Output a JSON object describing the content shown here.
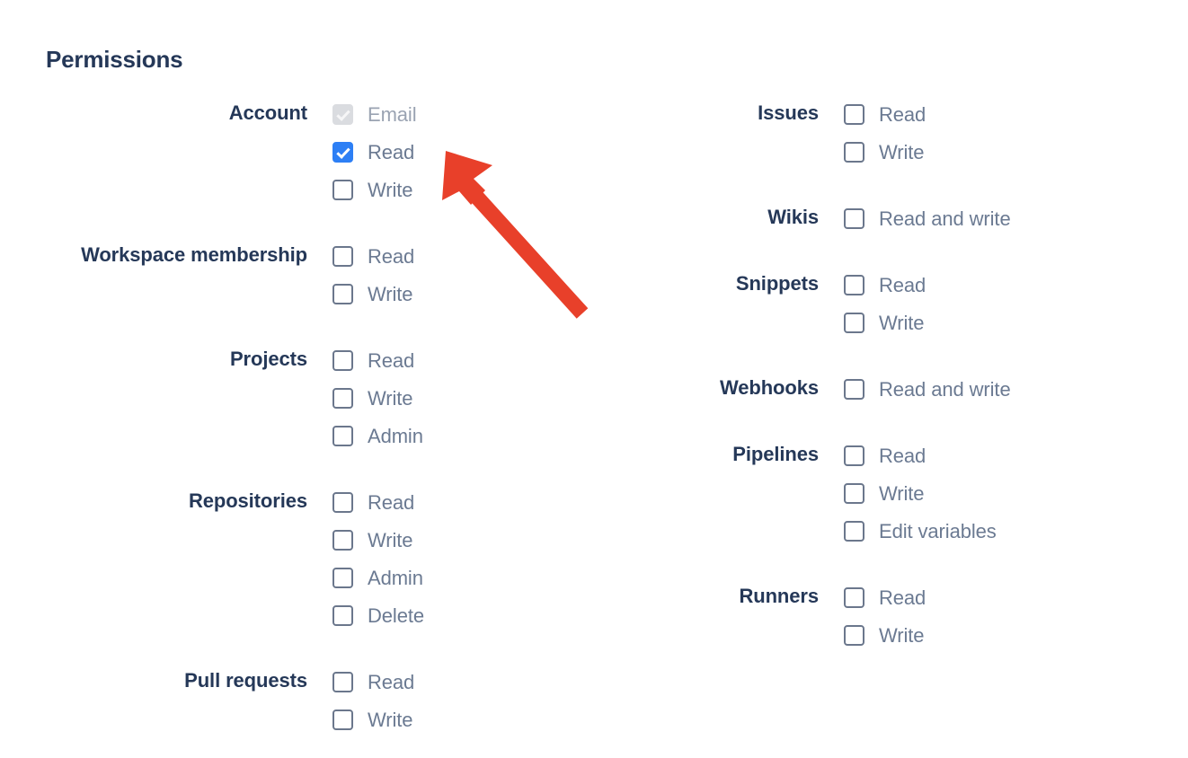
{
  "page": {
    "title": "Permissions",
    "title_color": "#253858",
    "label_color": "#253858",
    "option_color": "#6b7a92",
    "checked_color": "#2d7ff5",
    "disabled_color": "#dadce0",
    "arrow_color": "#e8402a",
    "background": "#ffffff"
  },
  "columns": {
    "left": [
      {
        "label": "Account",
        "options": [
          {
            "label": "Email",
            "state": "disabled-checked"
          },
          {
            "label": "Read",
            "state": "checked"
          },
          {
            "label": "Write",
            "state": "unchecked"
          }
        ]
      },
      {
        "label": "Workspace membership",
        "options": [
          {
            "label": "Read",
            "state": "unchecked"
          },
          {
            "label": "Write",
            "state": "unchecked"
          }
        ]
      },
      {
        "label": "Projects",
        "options": [
          {
            "label": "Read",
            "state": "unchecked"
          },
          {
            "label": "Write",
            "state": "unchecked"
          },
          {
            "label": "Admin",
            "state": "unchecked"
          }
        ]
      },
      {
        "label": "Repositories",
        "options": [
          {
            "label": "Read",
            "state": "unchecked"
          },
          {
            "label": "Write",
            "state": "unchecked"
          },
          {
            "label": "Admin",
            "state": "unchecked"
          },
          {
            "label": "Delete",
            "state": "unchecked"
          }
        ]
      },
      {
        "label": "Pull requests",
        "options": [
          {
            "label": "Read",
            "state": "unchecked"
          },
          {
            "label": "Write",
            "state": "unchecked"
          }
        ]
      }
    ],
    "right": [
      {
        "label": "Issues",
        "options": [
          {
            "label": "Read",
            "state": "unchecked"
          },
          {
            "label": "Write",
            "state": "unchecked"
          }
        ]
      },
      {
        "label": "Wikis",
        "options": [
          {
            "label": "Read and write",
            "state": "unchecked"
          }
        ]
      },
      {
        "label": "Snippets",
        "options": [
          {
            "label": "Read",
            "state": "unchecked"
          },
          {
            "label": "Write",
            "state": "unchecked"
          }
        ]
      },
      {
        "label": "Webhooks",
        "options": [
          {
            "label": "Read and write",
            "state": "unchecked"
          }
        ]
      },
      {
        "label": "Pipelines",
        "options": [
          {
            "label": "Read",
            "state": "unchecked"
          },
          {
            "label": "Write",
            "state": "unchecked"
          },
          {
            "label": "Edit variables",
            "state": "unchecked"
          }
        ]
      },
      {
        "label": "Runners",
        "options": [
          {
            "label": "Read",
            "state": "unchecked"
          },
          {
            "label": "Write",
            "state": "unchecked"
          }
        ]
      }
    ]
  },
  "annotation": {
    "type": "arrow",
    "points_to": "Account Read checkbox",
    "color": "#e8402a"
  }
}
